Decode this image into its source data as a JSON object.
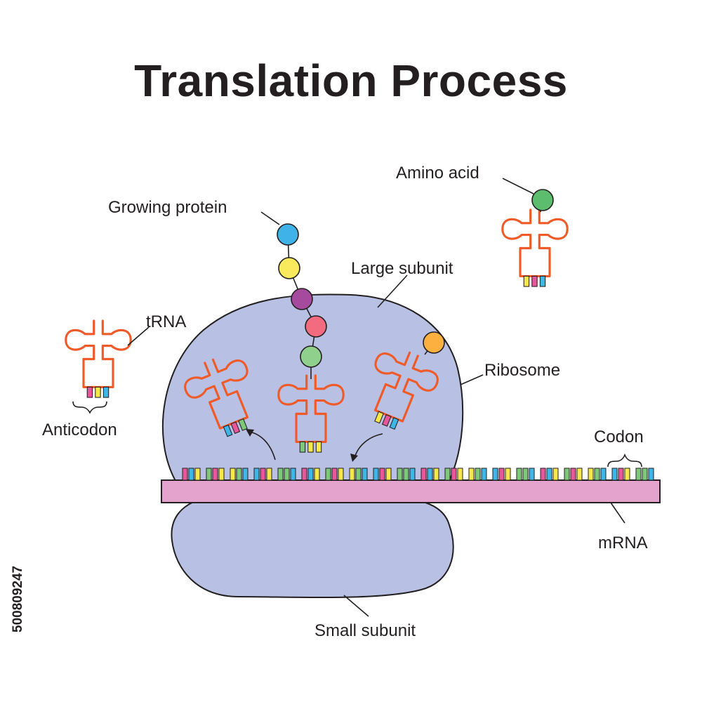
{
  "title": "Translation Process",
  "labels": {
    "amino_acid": "Amino acid",
    "growing_protein": "Growing protein",
    "large_subunit": "Large subunit",
    "trna": "tRNA",
    "ribosome": "Ribosome",
    "anticodon": "Anticodon",
    "codon": "Codon",
    "mrna": "mRNA",
    "small_subunit": "Small subunit"
  },
  "stock_id": "500809247",
  "colors": {
    "ribosome": "#b8c1e3",
    "mrna": "#e3a3cc",
    "trna": "#f05a28",
    "base_pink": "#e8579a",
    "base_blue": "#3eb6e8",
    "base_yellow": "#f7e84a",
    "base_green": "#7ec87a",
    "bead_blue": "#3fb3e8",
    "bead_yellow": "#f8ea5c",
    "bead_purple": "#a64a9e",
    "bead_red": "#f36b7f",
    "bead_green": "#8fd08c",
    "bead_orange": "#fbb040",
    "amino_green": "#5dbd6e"
  },
  "codon_pattern": [
    "pink",
    "blue",
    "yellow",
    "green",
    "pink",
    "yellow",
    "yellow",
    "green",
    "blue",
    "blue",
    "pink",
    "yellow",
    "green",
    "green",
    "blue"
  ],
  "growing_chain": [
    "bead_blue",
    "bead_yellow",
    "bead_purple",
    "bead_red",
    "bead_green"
  ]
}
